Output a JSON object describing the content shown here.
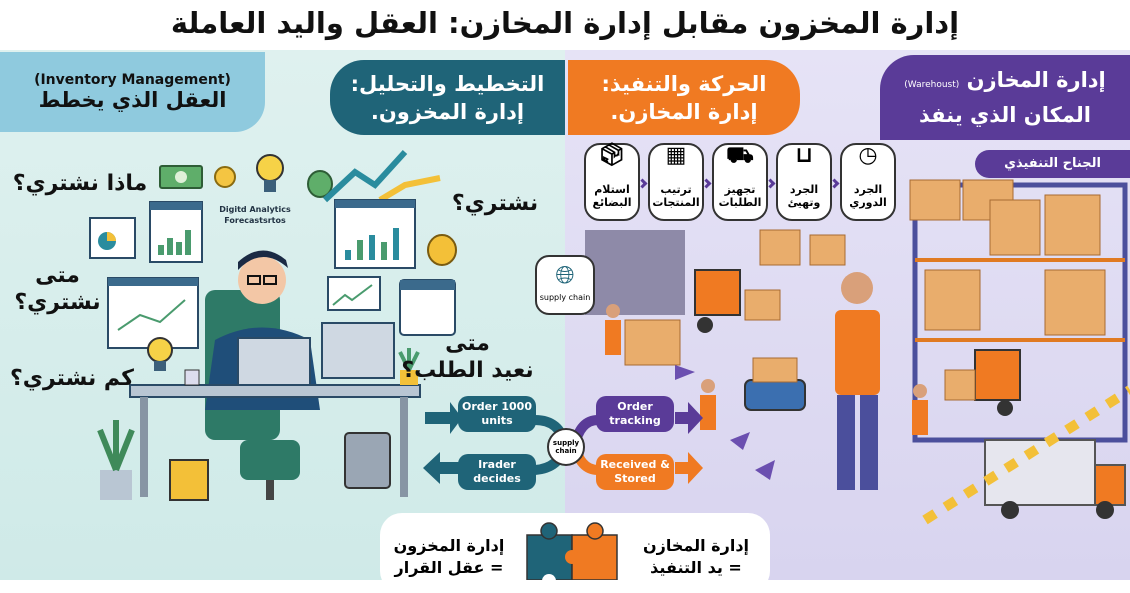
{
  "title": "إدارة المخزون مقابل إدارة المخازن: العقل واليد العاملة",
  "colors": {
    "teal": "#1f6478",
    "orange": "#f07a22",
    "purple": "#5a3b98",
    "light_blue": "#8fcade"
  },
  "headers": {
    "inventory_en": "(Inventory Management)",
    "inventory_ar": "العقل الذي يخطط",
    "planning_line1": "التخطيط والتحليل:",
    "planning_line2": "إدارة المخزون.",
    "execution_line1": "الحركة والتنفيذ:",
    "execution_line2": "إدارة المخازن.",
    "warehouse_ar": "إدارة المخازن",
    "warehouse_en": "(Warehoust)",
    "warehouse_sub": "المكان الذي ينفذ"
  },
  "questions": {
    "what": "ماذا نشتري؟",
    "when_1": "متى",
    "when_2": "نشتري؟",
    "how_many": "كم نشتري؟",
    "buy": "نشتري؟",
    "reorder_1": "متى",
    "reorder_2": "نعيد الطلب؟"
  },
  "analytics_label": "Digitd Analytics Forecastsrtos",
  "supply_chain_icon_label": "supply chain",
  "executive_badge": "الجناح التنفيذي",
  "steps": [
    {
      "label": "استلام البضائع",
      "icon": "hand-box-icon"
    },
    {
      "label": "ترتيب المنتجات",
      "icon": "stacked-boxes-icon"
    },
    {
      "label": "تجهيز الطلبات",
      "icon": "worker-box-icon"
    },
    {
      "label": "الجرد وتهيئ",
      "icon": "open-box-icon"
    },
    {
      "label": "الجرد الدوري",
      "icon": "clock-icon"
    }
  ],
  "flow": {
    "order": "Order 1000 units",
    "trader": "Irader decides",
    "hub": "supply chain",
    "tracking": "Order tracking",
    "received": "Received & Stored"
  },
  "summary": {
    "inventory": "إدارة المخزون",
    "inventory_eq": "= عقل القرار",
    "warehouse": "إدارة المخازن",
    "warehouse_eq": "= يد التنفيذ"
  }
}
